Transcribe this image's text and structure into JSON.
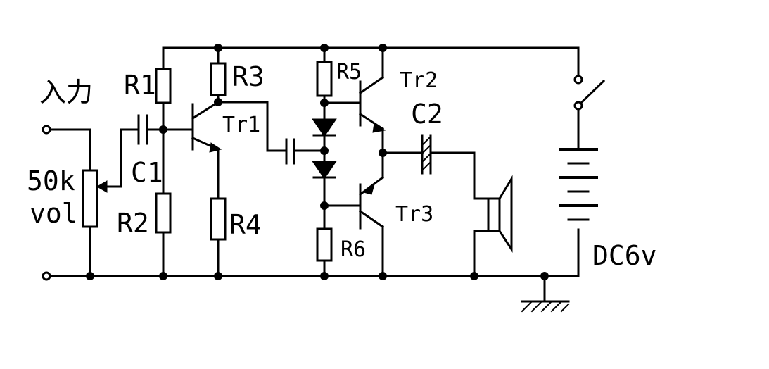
{
  "labels": {
    "input": "入力",
    "r1": "R1",
    "r2": "R2",
    "r3": "R3",
    "r4": "R4",
    "r5": "R5",
    "r6": "R6",
    "c1": "C1",
    "c2": "C2",
    "tr1": "Tr1",
    "tr2": "Tr2",
    "tr3": "Tr3",
    "vol_value": "50k",
    "vol_name": "vol",
    "power": "DC6v"
  }
}
